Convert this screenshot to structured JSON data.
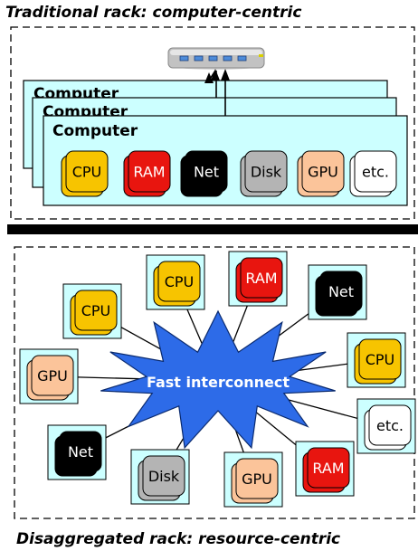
{
  "captions": {
    "top": "Traditional rack: computer-centric",
    "bottom": "Disaggregated rack: resource-centric"
  },
  "computer_label": "Computer",
  "computer_chips": [
    {
      "id": "cpu",
      "label": "CPU",
      "color": "#f7c400",
      "text_color": "#000000"
    },
    {
      "id": "ram",
      "label": "RAM",
      "color": "#e8150f",
      "text_color": "#ffffff"
    },
    {
      "id": "net",
      "label": "Net",
      "color": "#000000",
      "text_color": "#ffffff"
    },
    {
      "id": "disk",
      "label": "Disk",
      "color": "#b4b4b4",
      "text_color": "#000000"
    },
    {
      "id": "gpu",
      "label": "GPU",
      "color": "#fbc49a",
      "text_color": "#000000"
    },
    {
      "id": "etc",
      "label": "etc.",
      "color": "#ffffff",
      "text_color": "#000000"
    }
  ],
  "hub_label": "Fast interconnect",
  "resources": [
    {
      "id": "cpu-upper-left",
      "label": "CPU",
      "color": "#f7c400",
      "text_color": "#000000"
    },
    {
      "id": "cpu-top",
      "label": "CPU",
      "color": "#f7c400",
      "text_color": "#000000"
    },
    {
      "id": "ram-top",
      "label": "RAM",
      "color": "#e8150f",
      "text_color": "#ffffff"
    },
    {
      "id": "net-top-right",
      "label": "Net",
      "color": "#000000",
      "text_color": "#ffffff"
    },
    {
      "id": "cpu-right",
      "label": "CPU",
      "color": "#f7c400",
      "text_color": "#000000"
    },
    {
      "id": "etc-right",
      "label": "etc.",
      "color": "#ffffff",
      "text_color": "#000000"
    },
    {
      "id": "ram-bottom-right",
      "label": "RAM",
      "color": "#e8150f",
      "text_color": "#ffffff"
    },
    {
      "id": "gpu-bottom",
      "label": "GPU",
      "color": "#fbc49a",
      "text_color": "#000000"
    },
    {
      "id": "disk-bottom",
      "label": "Disk",
      "color": "#b4b4b4",
      "text_color": "#000000"
    },
    {
      "id": "net-bottom-left",
      "label": "Net",
      "color": "#000000",
      "text_color": "#ffffff"
    },
    {
      "id": "gpu-left",
      "label": "GPU",
      "color": "#fbc49a",
      "text_color": "#000000"
    }
  ],
  "colors": {
    "panel_fill": "#ccffff",
    "hub_fill": "#2d6be8",
    "switch_body": "#c2c2c2",
    "switch_port": "#4d8bd9",
    "divider": "#000000"
  }
}
